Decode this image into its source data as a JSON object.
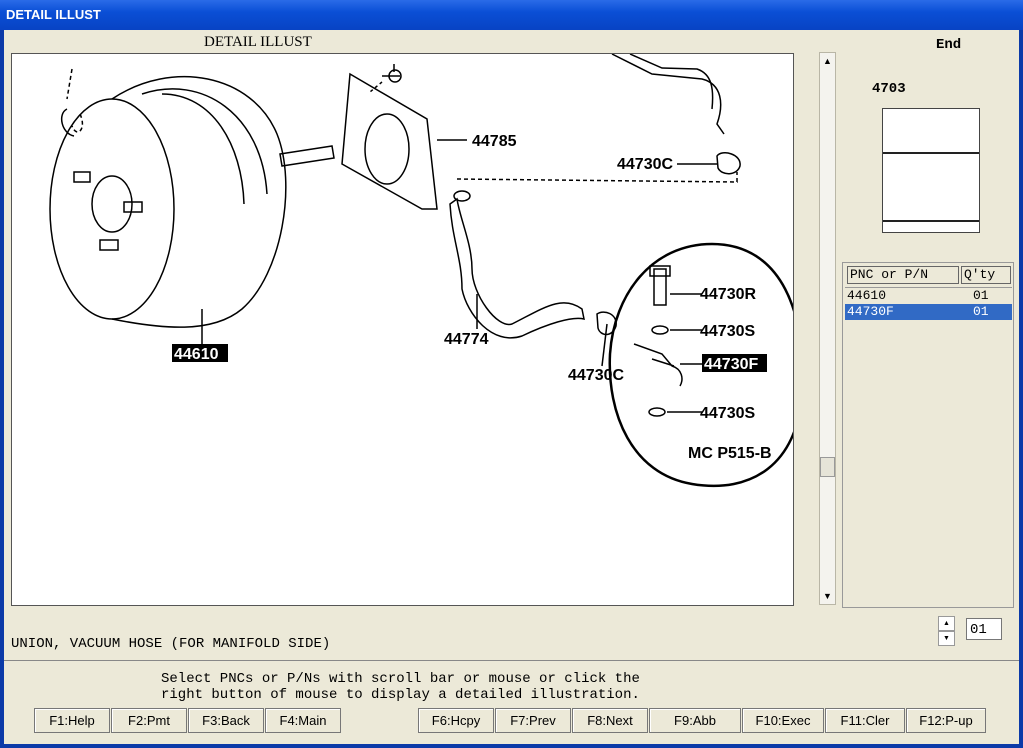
{
  "window": {
    "title": "DETAIL ILLUST"
  },
  "illustration": {
    "heading": "DETAIL ILLUST",
    "callouts": {
      "c44785": "44785",
      "c44730C_top": "44730C",
      "c44730R": "44730R",
      "c44730S_a": "44730S",
      "c44730F": "44730F",
      "c44730S_b": "44730S",
      "c44774": "44774",
      "c44730C_bottom": "44730C",
      "c44610": "44610",
      "mc_code": "MC P515-B"
    }
  },
  "side": {
    "end_label": "End",
    "sheet_number": "4703"
  },
  "parts_table": {
    "header_pnc": "PNC or P/N",
    "header_qty": "Q'ty",
    "rows": [
      {
        "pnc": "44610",
        "qty": "01",
        "selected": false
      },
      {
        "pnc": "44730F",
        "qty": "01",
        "selected": true
      }
    ]
  },
  "quantity": {
    "value": "01"
  },
  "description": "UNION, VACUUM HOSE (FOR MANIFOLD SIDE)",
  "message": {
    "line1": "Select PNCs or P/Ns with scroll bar or mouse or click the",
    "line2": "right button of mouse to display a detailed illustration."
  },
  "function_keys": {
    "f1": "F1:Help",
    "f2": "F2:Pmt",
    "f3": "F3:Back",
    "f4": "F4:Main",
    "f6": "F6:Hcpy",
    "f7": "F7:Prev",
    "f8": "F8:Next",
    "f9": "F9:Abb",
    "f10": "F10:Exec",
    "f11": "F11:Cler",
    "f12": "F12:P-up"
  },
  "colors": {
    "selection": "#316ac5",
    "titlebar": "#0a4fd6",
    "face": "#ece9d8"
  }
}
